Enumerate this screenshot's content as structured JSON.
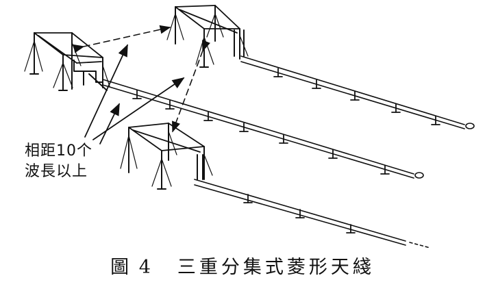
{
  "annotation": {
    "line1": "相距10个",
    "line2": "波長以上"
  },
  "caption": {
    "figure_label": "圖 4",
    "title": "三重分集式菱形天綫"
  },
  "colors": {
    "ink": "#111111",
    "paper": "#ffffff"
  }
}
